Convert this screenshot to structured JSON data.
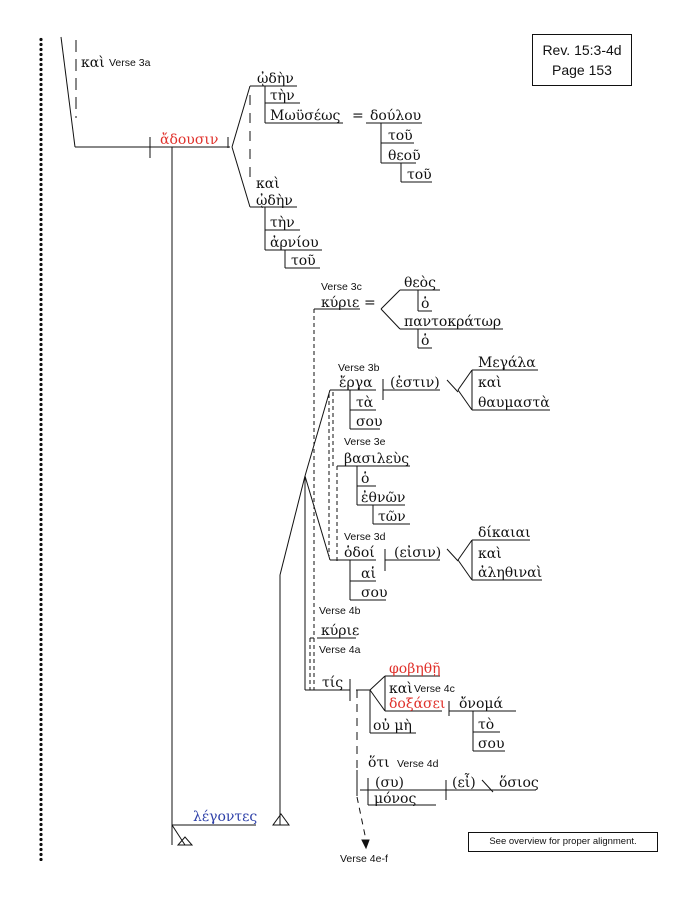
{
  "reference": {
    "line1": "Rev. 15:3-4d",
    "line2": "Page 153"
  },
  "note": "See overview for proper alignment.",
  "labels": {
    "v3a": "Verse 3a",
    "v3c": "Verse 3c",
    "v3b": "Verse 3b",
    "v3e": "Verse 3e",
    "v3d": "Verse 3d",
    "v4b": "Verse 4b",
    "v4a": "Verse 4a",
    "v4c": "Verse 4c",
    "v4d": "Verse 4d",
    "v4ef": "Verse 4e-f"
  },
  "words": {
    "kai_top": "καὶ",
    "adousin": "ἄδουσιν",
    "oden1": "ᾠδὴν",
    "ten1": "τὴν",
    "moyseos": "Μωϋσέως",
    "eq1": "=",
    "doulou": "δούλου",
    "tou1": "τοῦ",
    "theou": "θεοῦ",
    "tou2": "τοῦ",
    "kai2": "καὶ",
    "oden2": "ᾠδὴν",
    "ten2": "τὴν",
    "arniou": "ἀρνίου",
    "tou3": "τοῦ",
    "kurie1": "κύριε",
    "eq2": "=",
    "theos": "θεὸς",
    "ho1": "ὁ",
    "pantokrator": "παντοκράτωρ",
    "ho2": "ὁ",
    "erga": "ἔργα",
    "estin": "(ἐστιν)",
    "megala": "Μεγάλα",
    "kai3": "καὶ",
    "thaumasta": "θαυμαστὰ",
    "ta": "τὰ",
    "sou1": "σου",
    "basileus": "βασιλεὺς",
    "ho3": "ὁ",
    "ethnon": "ἐθνῶν",
    "ton": "τῶν",
    "hodoi": "ὁδοί",
    "eisin": "(εἰσιν)",
    "dikaiai": "δίκαιαι",
    "kai4": "καὶ",
    "alethinai": "ἀληθιναὶ",
    "hai": "αἱ",
    "sou2": "σου",
    "kurie2": "κύριε",
    "tis": "τίς",
    "phobethe": "φοβηθῇ",
    "kai5": "καὶ",
    "doxasei": "δοξάσει",
    "onoma": "ὄνομά",
    "to": "τὸ",
    "sou3": "σου",
    "ou_me": "οὐ μὴ",
    "hoti": "ὅτι",
    "su": "(συ)",
    "ei": "(εἶ)",
    "hosios": "ὅσιος",
    "monos": "μόνος",
    "legontes": "λέγοντες"
  },
  "colors": {
    "ink": "#111111",
    "red": "#e0312b",
    "blue": "#2e40a8"
  }
}
